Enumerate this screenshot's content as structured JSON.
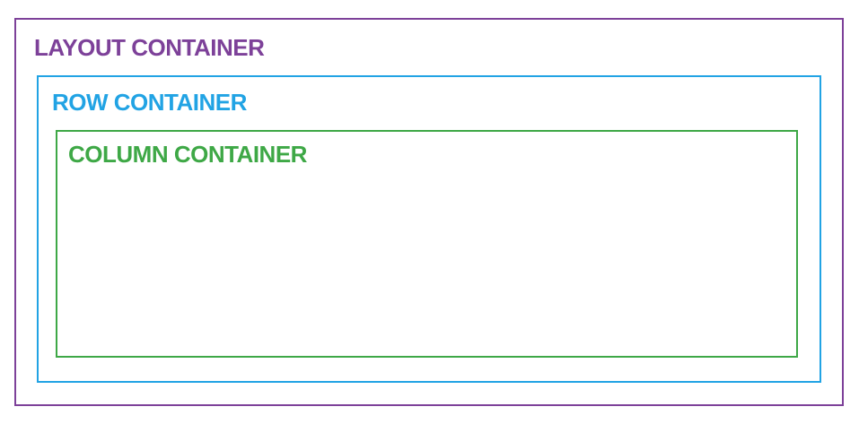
{
  "diagram": {
    "layout_container": {
      "label": "LAYOUT CONTAINER",
      "color": "#7D4199"
    },
    "row_container": {
      "label": "ROW CONTAINER",
      "color": "#21A3E4"
    },
    "column_container": {
      "label": "COLUMN CONTAINER",
      "color": "#3EA846"
    },
    "background_color": "#FFFFFF"
  }
}
